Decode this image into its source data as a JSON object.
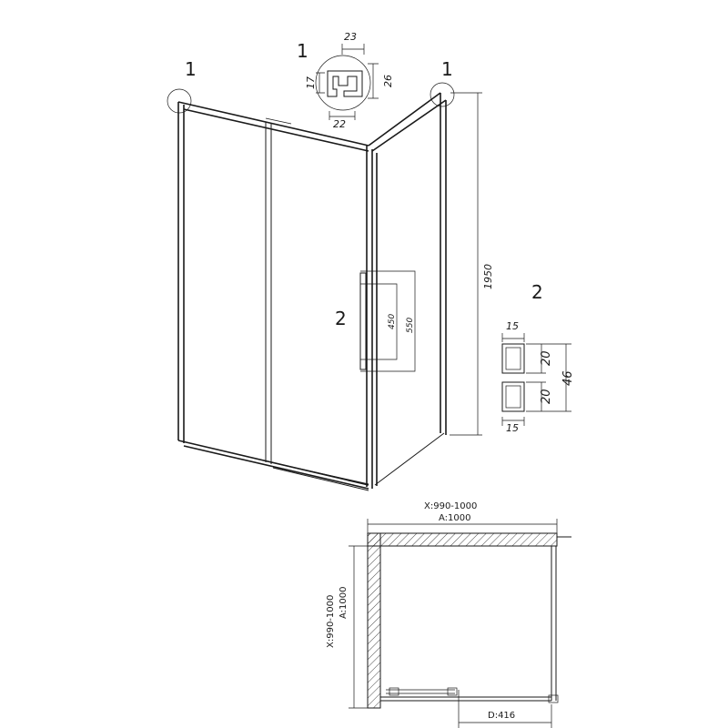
{
  "callouts": {
    "corner_left": "1",
    "corner_top": "1",
    "corner_right": "1",
    "handle": "2",
    "handle_detail": "2"
  },
  "profile_detail": {
    "width_top": "23",
    "width_bottom": "22",
    "height_left": "17",
    "height_right": "26"
  },
  "handle_dims": {
    "inner_height": "450",
    "outer_height": "550"
  },
  "overall_height": "1950",
  "handle_detail_dims": {
    "width_top": "15",
    "width_bottom": "15",
    "part_top": "20",
    "part_bottom": "20",
    "total": "46"
  },
  "plan": {
    "x_top": "X:990-1000",
    "a_top": "A:1000",
    "x_side": "X:990-1000",
    "a_side": "A:1000",
    "d_bottom": "D:416"
  }
}
